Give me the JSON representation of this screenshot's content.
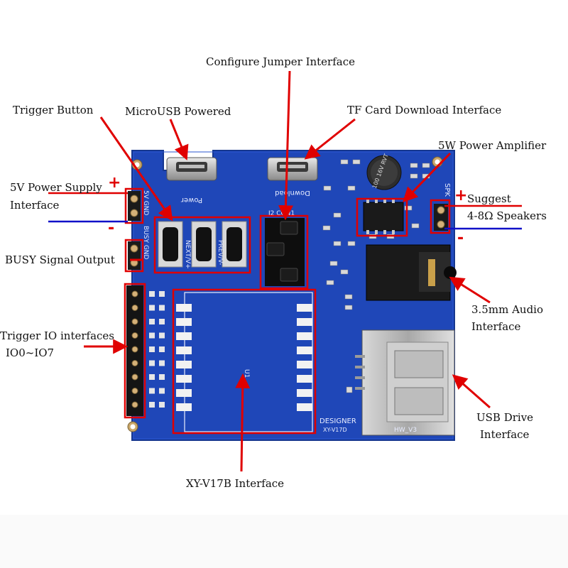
{
  "labels": {
    "configure_jumper": "Configure Jumper Interface",
    "trigger_button": "Trigger Button",
    "microusb": "MicroUSB Powered",
    "tf_card": "TF Card Download Interface",
    "amp": "5W Power Amplifier",
    "power_5v_line1": "5V Power Supply",
    "power_5v_line2": "Interface",
    "speaker_line1": "Suggest",
    "speaker_line2": "4-8Ω Speakers",
    "busy": "BUSY Signal Output",
    "trigger_io_line1": "Trigger IO interfaces",
    "trigger_io_line2": "IO0~IO7",
    "audio_line1": "3.5mm Audio",
    "audio_line2": "Interface",
    "usb_drive_line1": "USB Drive",
    "usb_drive_line2": "Interface",
    "xy_v17b": "XY-V17B Interface"
  },
  "symbols": {
    "plus": "+",
    "minus": "-"
  },
  "board_silkscreen": {
    "power": "Power",
    "download": "Download",
    "speaker": "SPK",
    "designer": "DESIGNER",
    "model": "XY-V17D",
    "hw": "HW_V3",
    "u1": "U1",
    "next": "NEXT/V+",
    "prev": "PREV/V-",
    "pins_left": "5V GND",
    "pins_busy": "BUSY GND",
    "cap": "100 16V RVT",
    "j_con": "J2 CON1"
  },
  "colors": {
    "board": "#1f47b8",
    "board_edge": "#1a3d9e",
    "callout": "#e00000",
    "positive_wire": "#e00000",
    "negative_wire": "#1010c8"
  }
}
